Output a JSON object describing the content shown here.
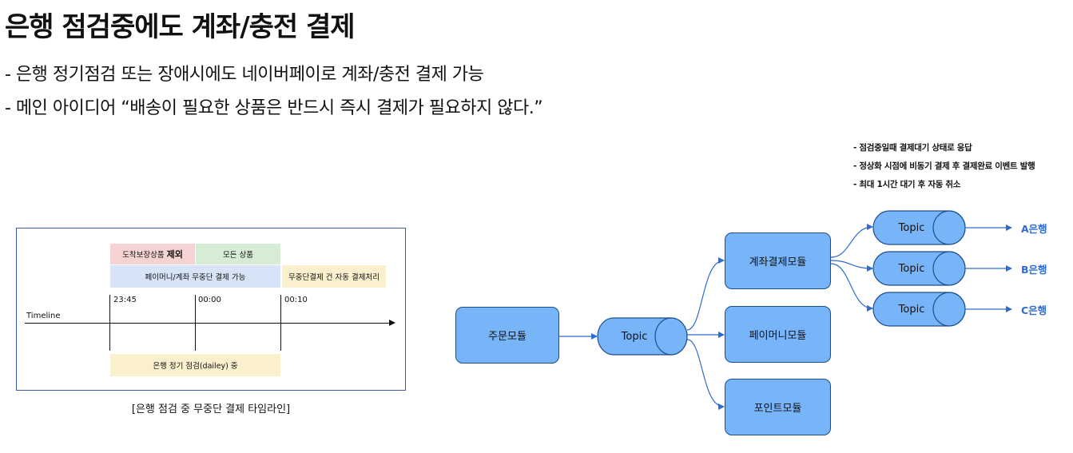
{
  "header": {
    "title": "은행 점검중에도 계좌/충전 결제",
    "bullets": [
      "- 은행 정기점검 또는 장애시에도 네이버페이로 계좌/충전 결제 가능",
      "- 메인 아이디어 “배송이 필요한 상품은 반드시 즉시 결제가 필요하지 않다.”"
    ]
  },
  "notes": [
    "- 점검중일때 결제대기 상태로 응답",
    "- 정상화 시점에 비동기 결제 후 결제완료 이벤트 발행",
    "- 최대 1시간 대기 후 자동 취소"
  ],
  "timeline": {
    "cell_red": "도착보장상품",
    "cell_red_bold": "제외",
    "cell_green": "모든 상품",
    "cell_blue": "페이머니/계좌 무중단 결제 가능",
    "cell_yellow_right": "무중단결제 건 자동 결제처리",
    "cell_yellow_bottom": "은행 정기 점검(dailey) 중",
    "axis_label": "Timeline",
    "times": [
      "23:45",
      "00:00",
      "00:10"
    ],
    "caption": "[은행 점검 중 무중단 결제 타임라인]"
  },
  "flow": {
    "order_module": "주문모듈",
    "topic_label": "Topic",
    "account_module": "계좌결제모듈",
    "paymoney_module": "페이머니모듈",
    "point_module": "포인트모듈",
    "banks": [
      "A은행",
      "B은행",
      "C은행"
    ]
  },
  "colors": {
    "module_fill": "#78b4f8",
    "module_stroke": "#1d4e8c",
    "bank_text": "#2e6cd1",
    "arrow": "#2e6cd1"
  }
}
